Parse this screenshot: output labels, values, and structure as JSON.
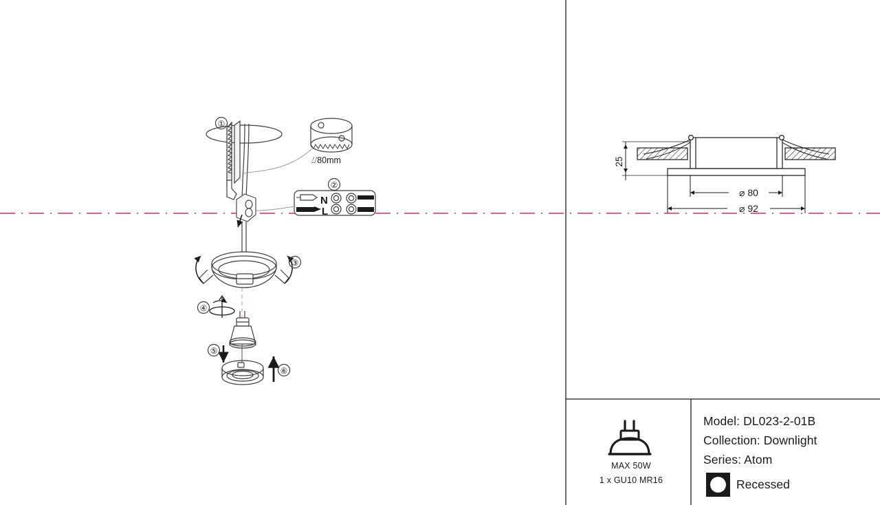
{
  "sheet": {
    "background_color": "#ffffff",
    "line_color": "#1a1a1a",
    "centerline_color": "#cf2d6e"
  },
  "install_steps": [
    {
      "number": "①",
      "name": "cut-ceiling-hole"
    },
    {
      "number": "②",
      "name": "connect-terminal-block"
    },
    {
      "number": "③",
      "name": "fold-spring-clips"
    },
    {
      "number": "④",
      "name": "twist-lamp-socket"
    },
    {
      "number": "⑤",
      "name": "insert-lamp"
    },
    {
      "number": "⑥",
      "name": "push-fixture-up"
    }
  ],
  "callouts": {
    "hole_saw_diameter": "⌰80mm"
  },
  "terminal_block": {
    "neutral_label": "N",
    "live_label": "L"
  },
  "section_view": {
    "height_dimension": "25",
    "inner_diameter": "⌀ 80",
    "outer_diameter": "⌀ 92"
  },
  "lamp_spec": {
    "icon": "mr16-bulb-icon",
    "max_power": "MAX 50W",
    "socket": "1 x GU10 MR16"
  },
  "title_block": {
    "model": "Model: DL023-2-01B",
    "collection": "Collection: Downlight",
    "series": "Series: Atom",
    "mount_icon": "recessed-icon",
    "mount_label": "Recessed"
  }
}
